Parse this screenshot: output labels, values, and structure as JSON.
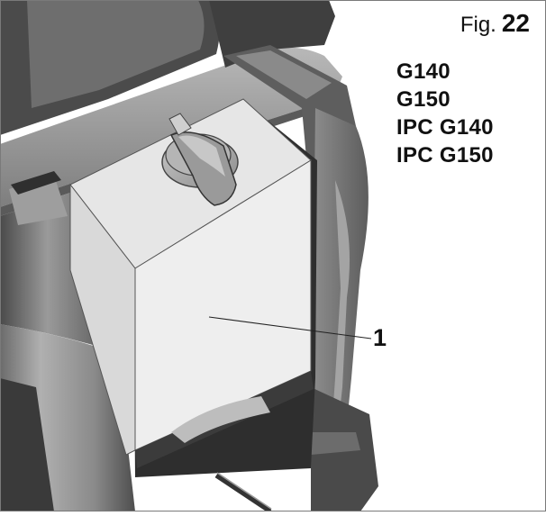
{
  "figure": {
    "fig_word": "Fig.",
    "fig_number": "22"
  },
  "models": [
    "G140",
    "G150",
    "IPC G140",
    "IPC G150"
  ],
  "callouts": [
    "1"
  ],
  "colors": {
    "dark_frame": "#3c3c3c",
    "mid_gray": "#8f8f8f",
    "light_gray": "#bdbdbd",
    "tank_face": "#ececec",
    "cap": "#a7a7a7"
  }
}
